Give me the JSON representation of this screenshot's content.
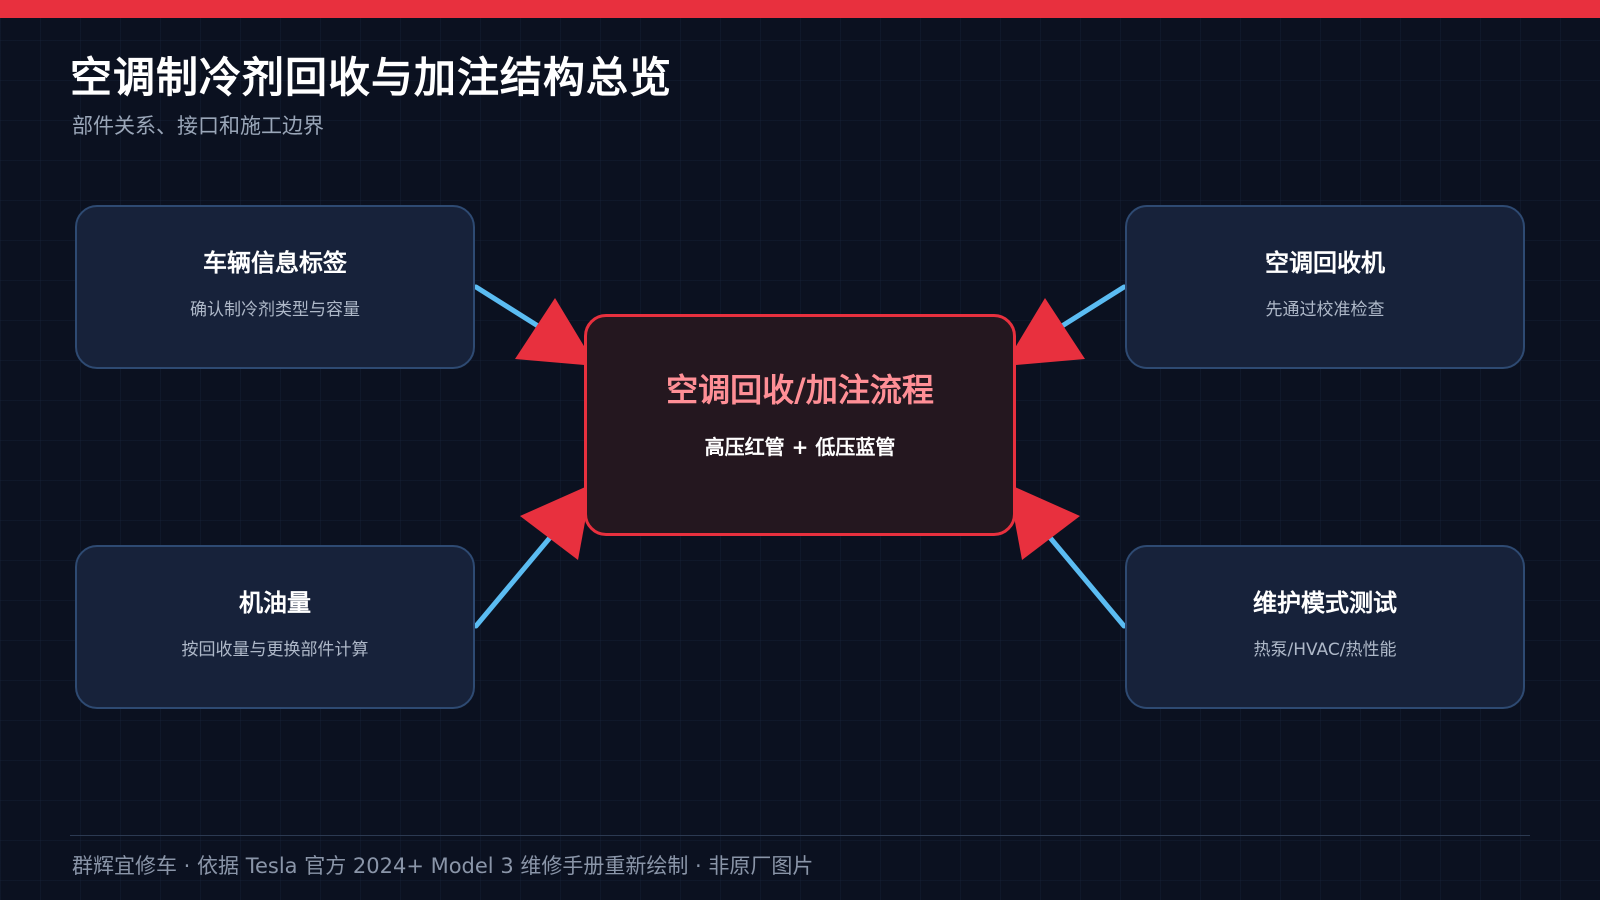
{
  "header": {
    "title": "空调制冷剂回收与加注结构总览",
    "subtitle": "部件关系、接口和施工边界"
  },
  "center": {
    "title": "空调回收/加注流程",
    "description": "高压红管 + 低压蓝管"
  },
  "nodes": [
    {
      "title": "车辆信息标签",
      "description": "确认制冷剂类型与容量"
    },
    {
      "title": "空调回收机",
      "description": "先通过校准检查"
    },
    {
      "title": "机油量",
      "description": "按回收量与更换部件计算"
    },
    {
      "title": "维护模式测试",
      "description": "热泵/HVAC/热性能"
    }
  ],
  "footer": {
    "text": "群辉宜修车 · 依据 Tesla 官方 2024+ Model 3 维修手册重新绘制 · 非原厂图片"
  },
  "colors": {
    "accent_red": "#e8303e",
    "connector_blue": "#5bbcf2",
    "background": "#0b1120",
    "node_fill": "#17223a",
    "node_border": "#2e4a72",
    "center_title": "#ff8f96"
  }
}
